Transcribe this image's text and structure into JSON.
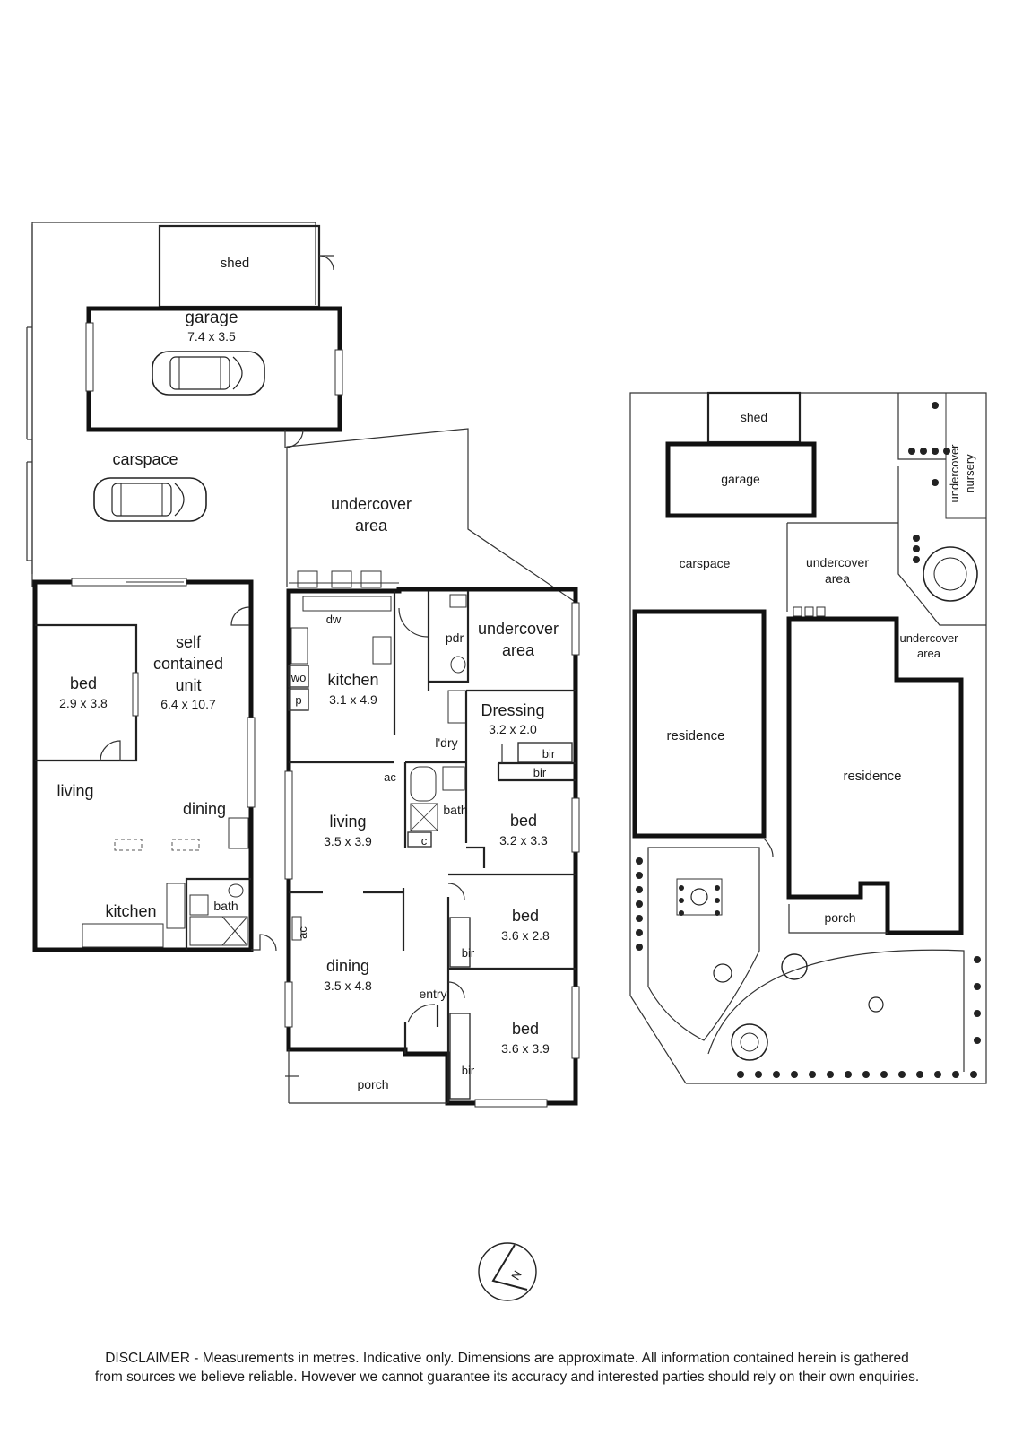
{
  "main_plan": {
    "shed": "shed",
    "garage": "garage",
    "garage_dims": "7.4 x 3.5",
    "carspace": "carspace",
    "undercover_area_1_l1": "undercover",
    "undercover_area_1_l2": "area",
    "undercover_area_2_l1": "undercover",
    "undercover_area_2_l2": "area",
    "unit": {
      "title_l1": "self",
      "title_l2": "contained",
      "title_l3": "unit",
      "dims": "6.4 x 10.7",
      "bed": "bed",
      "bed_dims": "2.9 x 3.8",
      "living": "living",
      "dining": "dining",
      "kitchen": "kitchen",
      "bath": "bath"
    },
    "house": {
      "dw": "dw",
      "kitchen": "kitchen",
      "kitchen_dims": "3.1 x 4.9",
      "wo": "wo",
      "p": "p",
      "pdr": "pdr",
      "laundry": "l'dry",
      "dressing": "Dressing",
      "dressing_dims": "3.2 x 2.0",
      "bir": "bir",
      "ac": "ac",
      "living": "living",
      "living_dims": "3.5 x 3.9",
      "bath": "bath",
      "c": "c",
      "bed1": "bed",
      "bed1_dims": "3.2 x 3.3",
      "bed2": "bed",
      "bed2_dims": "3.6 x 2.8",
      "bed3": "bed",
      "bed3_dims": "3.6 x 3.9",
      "dining": "dining",
      "dining_dims": "3.5 x 4.8",
      "entry": "entry",
      "porch": "porch"
    }
  },
  "site_plan": {
    "shed": "shed",
    "garage": "garage",
    "nursery_l1": "undercover",
    "nursery_l2": "nursery",
    "carspace": "carspace",
    "undercover_1_l1": "undercover",
    "undercover_1_l2": "area",
    "undercover_2_l1": "undercover",
    "undercover_2_l2": "area",
    "residence_1": "residence",
    "residence_2": "residence",
    "porch": "porch"
  },
  "compass": {
    "north": "N"
  },
  "disclaimer": {
    "line1": "DISCLAIMER - Measurements in metres. Indicative only. Dimensions are approximate. All information contained herein is gathered",
    "line2": "from sources we believe reliable. However we cannot guarantee its accuracy and interested parties should rely on their own enquiries."
  }
}
